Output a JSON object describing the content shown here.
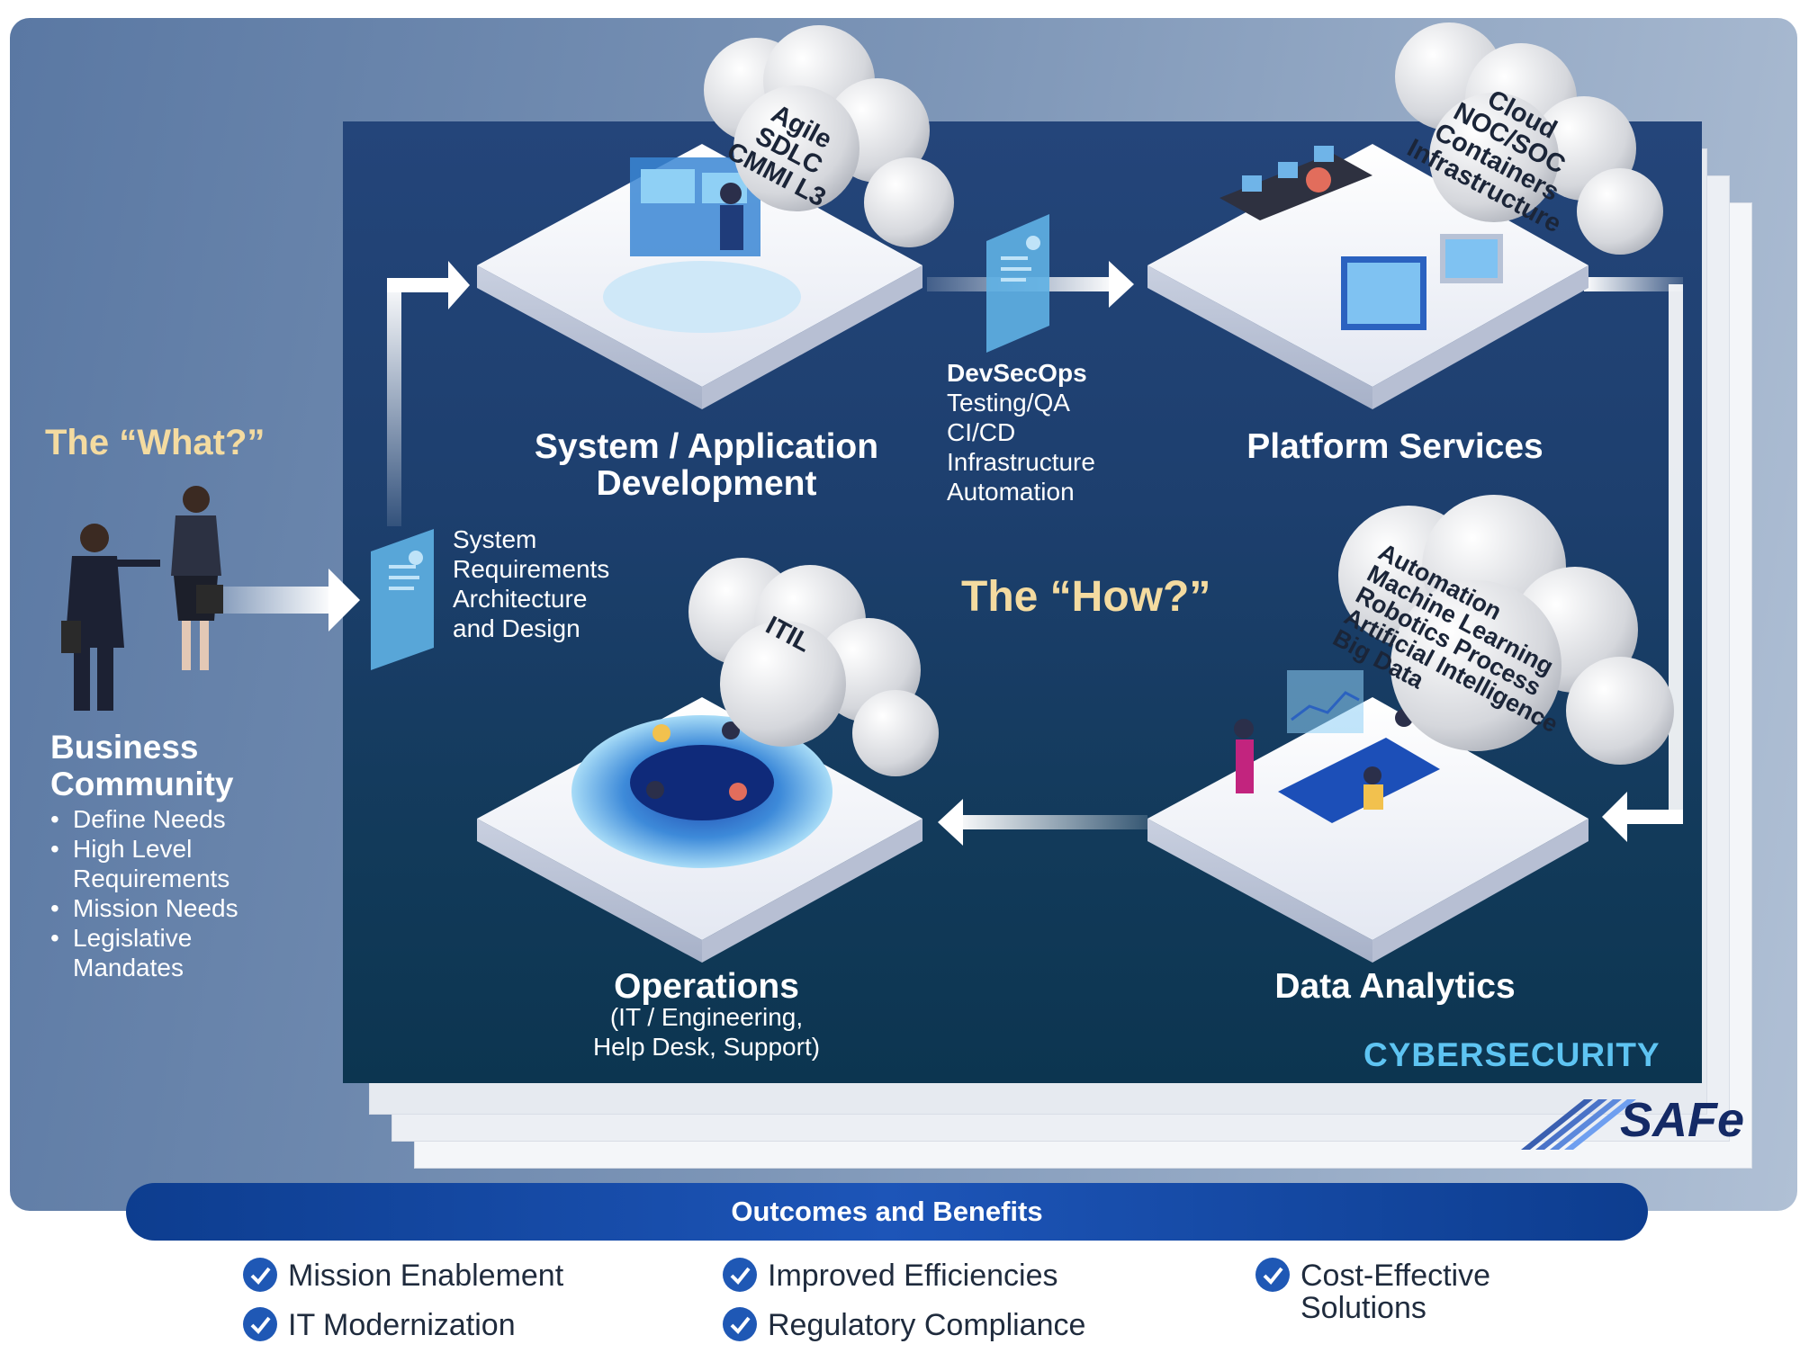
{
  "colors": {
    "panel_navy": "#1d3f6e",
    "accent_gold": "#f4dba0",
    "cyber_blue": "#5ec4f2",
    "outcome_blue": "#1d55b8"
  },
  "what": {
    "title": "The “What?”",
    "group_title": "Business Community",
    "bullets": [
      "Define Needs",
      "High Level Requirements",
      "Mission Needs",
      "Legislative Mandates"
    ]
  },
  "requirements_doc": {
    "lines": [
      "System",
      "Requirements",
      "Architecture",
      "and Design"
    ]
  },
  "how": {
    "title": "The “How?”"
  },
  "stages": {
    "sysdev": {
      "title_line1": "System / Application",
      "title_line2": "Development",
      "cloud": [
        "Agile",
        "SDLC",
        "CMMI L3"
      ]
    },
    "devsecops": {
      "heading": "DevSecOps",
      "lines": [
        "Testing/QA",
        "CI/CD",
        "Infrastructure",
        "Automation"
      ]
    },
    "platform": {
      "title": "Platform Services",
      "cloud": [
        "Cloud",
        "NOC/SOC",
        "Containers",
        "Infrastructure"
      ]
    },
    "analytics": {
      "title": "Data Analytics",
      "cloud": [
        "Automation",
        "Machine Learning",
        "Robotics Process",
        "Artificial Intelligence",
        "Big Data"
      ]
    },
    "operations": {
      "title": "Operations",
      "sub_line1": "(IT / Engineering,",
      "sub_line2": "Help Desk, Support)",
      "cloud": [
        "ITIL"
      ]
    }
  },
  "cybersecurity": "CYBERSECURITY",
  "logo": "SAFe",
  "outcomes": {
    "title": "Outcomes and Benefits",
    "items": [
      "Mission Enablement",
      "IT Modernization",
      "Improved Efficiencies",
      "Regulatory Compliance",
      "Cost-Effective Solutions"
    ],
    "item5_line1": "Cost-Effective",
    "item5_line2": "Solutions"
  }
}
